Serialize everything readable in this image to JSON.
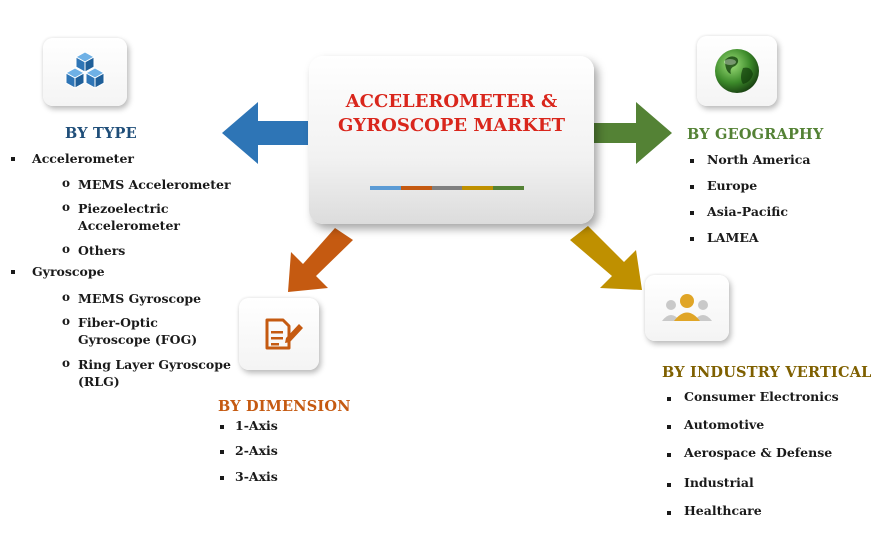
{
  "center": {
    "title_line1": "ACCELEROMETER &",
    "title_line2": "GYROSCOPE MARKET",
    "bar_colors": [
      "#5b9bd5",
      "#c55a11",
      "#7f7f7f",
      "#bf9000",
      "#548235"
    ]
  },
  "by_type": {
    "heading": "BY TYPE",
    "color": "#1f4e79",
    "icon": "cubes-icon",
    "accelerometer": {
      "label": "Accelerometer",
      "items": [
        "MEMS Accelerometer",
        "Piezoelectric",
        "Accelerometer",
        "Others"
      ]
    },
    "gyroscope": {
      "label": "Gyroscope",
      "items": [
        "MEMS Gyroscope",
        "Fiber-Optic",
        "Gyroscope (FOG)",
        "Ring Layer Gyroscope",
        "(RLG)"
      ]
    }
  },
  "by_geography": {
    "heading": "BY GEOGRAPHY",
    "color": "#548235",
    "icon": "globe-icon",
    "items": [
      "North America",
      "Europe",
      "Asia-Pacific",
      "LAMEA"
    ]
  },
  "by_dimension": {
    "heading": "BY DIMENSION",
    "color": "#c55a11",
    "icon": "document-edit-icon",
    "items": [
      "1-Axis",
      "2-Axis",
      "3-Axis"
    ]
  },
  "by_industry": {
    "heading": "BY INDUSTRY VERTICAL",
    "color": "#7f6000",
    "icon": "people-icon",
    "items": [
      "Consumer Electronics",
      "Automotive",
      "Aerospace & Defense",
      "Industrial",
      "Healthcare"
    ]
  },
  "arrows": {
    "left": "#2e75b6",
    "right": "#548235",
    "down_left": "#c55a11",
    "down_right": "#bf9000"
  }
}
